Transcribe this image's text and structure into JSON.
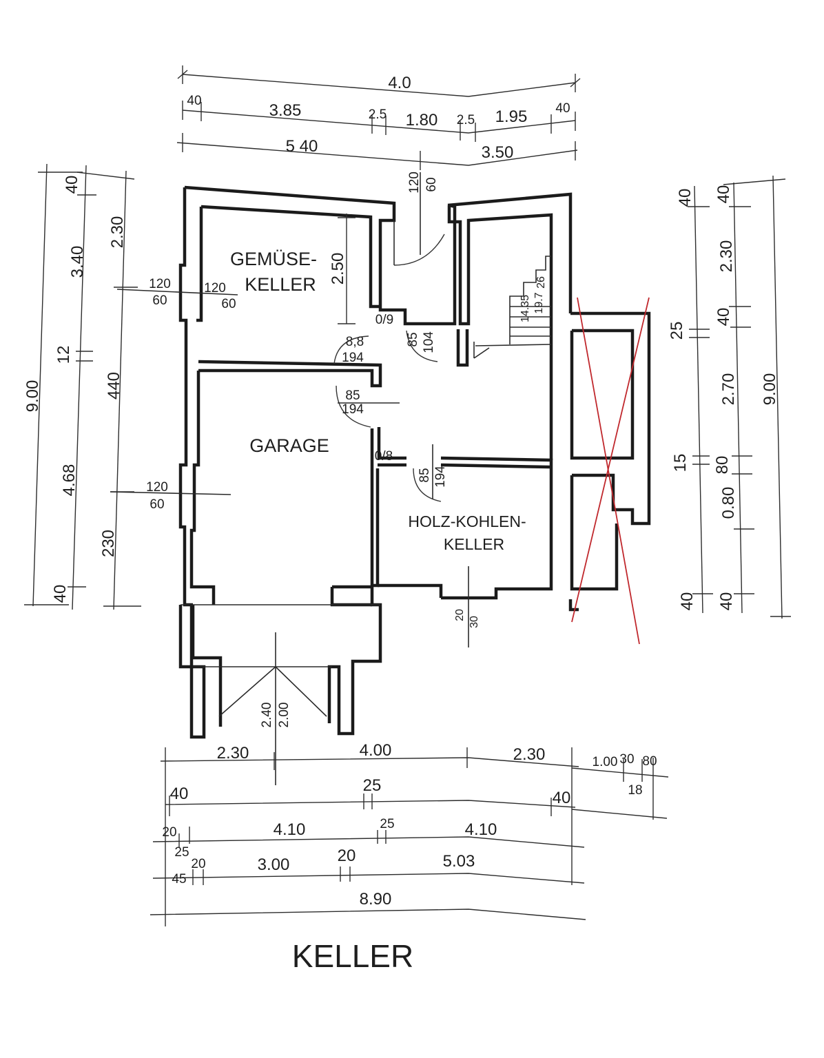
{
  "drawing": {
    "title": "KELLER",
    "rooms": {
      "gemuese_line1": "GEMÜSE-",
      "gemuese_line2": "KELLER",
      "garage": "GARAGE",
      "holz_line1": "HOLZ-KOHLEN-",
      "holz_line2": "KELLER"
    },
    "top_dims": {
      "row1": [
        "4.0"
      ],
      "row2": [
        "40",
        "3.85",
        "2.5",
        "1.80",
        "2.5",
        "1.95",
        "40"
      ],
      "row3": [
        "5 40",
        "3.50"
      ]
    },
    "left_dims": {
      "col1": [
        "9.00"
      ],
      "col2": [
        "40",
        "3.40",
        "12",
        "4.68",
        "40"
      ],
      "col3": [
        "2.30",
        "440",
        "230"
      ]
    },
    "right_dims": {
      "col1": [
        "40",
        "25",
        "15",
        "40"
      ],
      "col2": [
        "40",
        "2.30",
        "40",
        "2.70",
        "80",
        "0.80",
        "40"
      ],
      "col3": [
        "9.00"
      ]
    },
    "bottom_dims": {
      "row1": [
        "2.30",
        "4.00",
        "2.30"
      ],
      "row1_extra": [
        "1.00",
        "30",
        "80",
        "18"
      ],
      "row2": [
        "40",
        "25",
        "40"
      ],
      "row3": [
        "20",
        "25",
        "4.10",
        "25",
        "4.10"
      ],
      "row4": [
        "45",
        "20",
        "3.00",
        "20",
        "5.03"
      ],
      "row5": [
        "8.90"
      ]
    },
    "openings": {
      "window_top_a": "120",
      "window_top_b": "60",
      "window_gem_a": "120",
      "window_gem_b": "60",
      "window_gem2_a": "120",
      "window_gem2_b": "60",
      "window_gar_a": "120",
      "window_gar_b": "60",
      "wall_gem_height": "2.50",
      "door1_a": "0/9",
      "door1_b": "8,8",
      "door1_c": "194",
      "door2_a": "85",
      "door2_b": "104",
      "door3_a": "85",
      "door3_b": "194",
      "door4_a": "0/8",
      "door5_a": "85",
      "door5_b": "194",
      "stair_a": "14.35",
      "stair_b": "19.7",
      "stair_c": "26",
      "garage_door_a": "2.40",
      "garage_door_b": "2.00",
      "sill_a": "20",
      "sill_b": "30"
    }
  }
}
